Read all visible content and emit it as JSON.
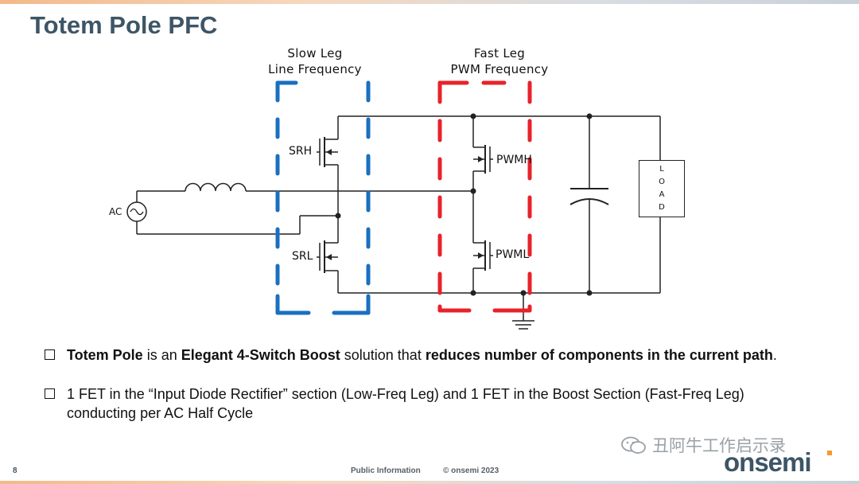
{
  "slide": {
    "title": "Totem Pole PFC",
    "page_number": "8",
    "footer_info": "Public Information",
    "footer_copyright": "© onsemi 2023",
    "logo_text": "onsemi",
    "watermark_text": "丑阿牛工作启示录"
  },
  "diagram": {
    "slow_leg": {
      "line1": "Slow Leg",
      "line2": "Line Frequency",
      "color": "#1a6fc0"
    },
    "fast_leg": {
      "line1": "Fast  Leg",
      "line2": "PWM  Frequency",
      "color": "#e8222a"
    },
    "source_label": "AC",
    "fets": {
      "srh": "SRH",
      "srl": "SRL",
      "pwmh": "PWMH",
      "pwml": "PWML"
    },
    "load_letters": [
      "L",
      "O",
      "A",
      "D"
    ]
  },
  "bullets": {
    "b1": {
      "s1": "Totem Pole",
      "s2": " is an ",
      "s3": "Elegant 4-Switch Boost",
      "s4": " solution that ",
      "s5": "reduces number of components in the current path",
      "s6": "."
    },
    "b2": {
      "text": "1 FET in the “Input Diode Rectifier” section (Low-Freq Leg) and 1 FET in the Boost Section (Fast-Freq Leg) conducting per AC Half Cycle"
    }
  }
}
